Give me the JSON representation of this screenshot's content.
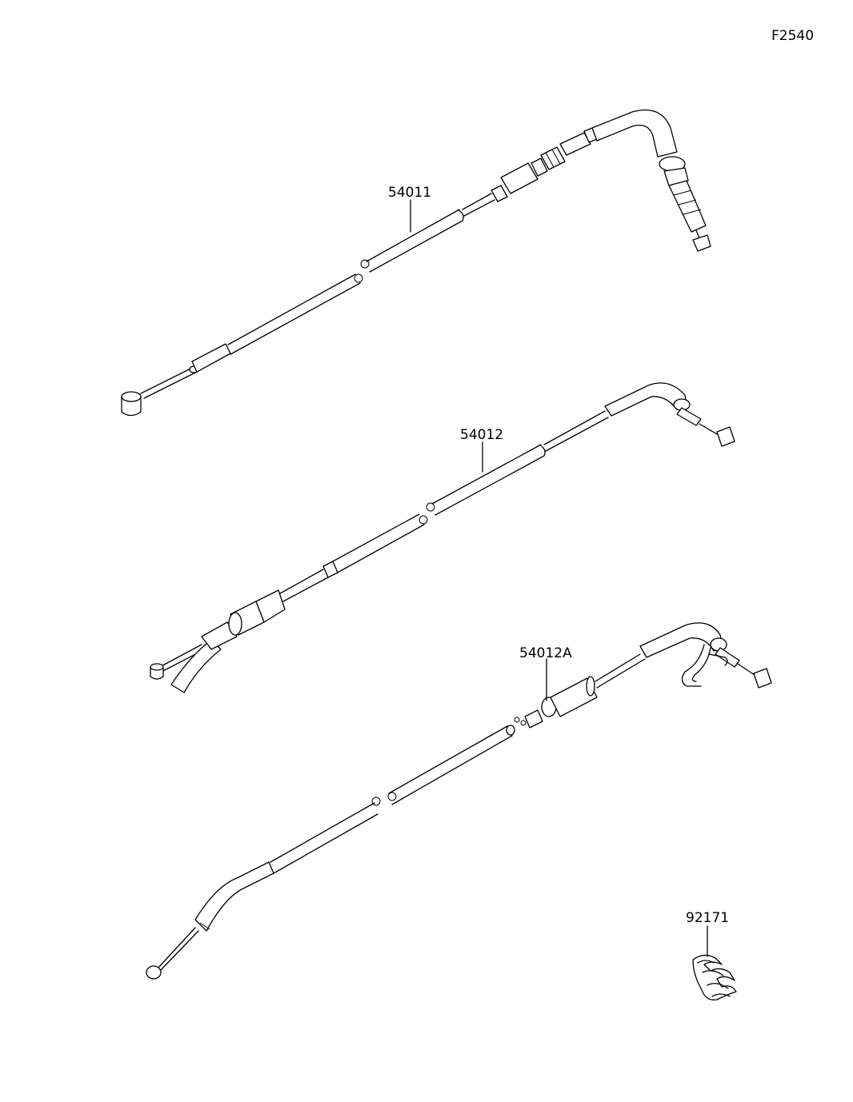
{
  "figure": {
    "code": "F2540"
  },
  "parts": [
    {
      "id": "p54011",
      "number": "54011"
    },
    {
      "id": "p54012",
      "number": "54012"
    },
    {
      "id": "p54012A",
      "number": "54012A"
    },
    {
      "id": "p92171",
      "number": "92171"
    }
  ]
}
